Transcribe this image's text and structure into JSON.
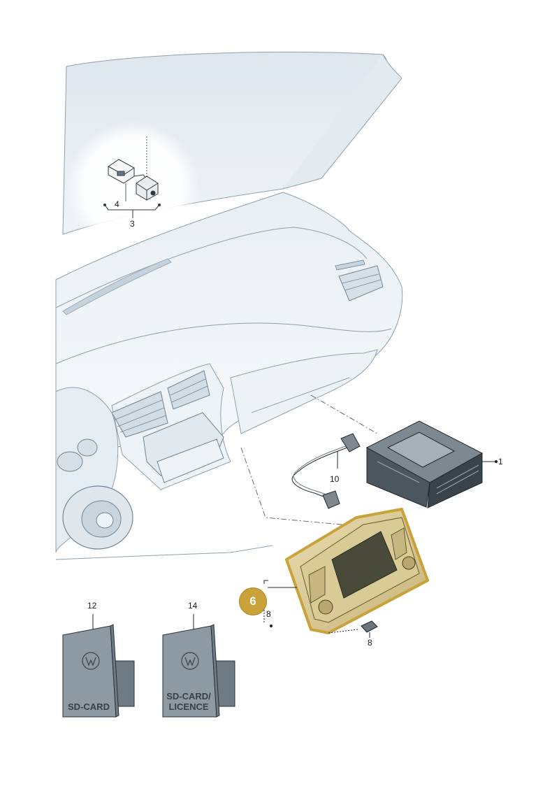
{
  "callouts": {
    "radio_unit": "1",
    "antenna_module": "3",
    "connector": "4",
    "display_unit": "6",
    "screw_left": "8",
    "screw_right": "8",
    "antenna_cable": "10",
    "sd_card": "12",
    "sd_licence": "14"
  },
  "booklets": {
    "sd_card_text": "SD-CARD",
    "sd_licence_line1": "SD-CARD/",
    "sd_licence_line2": "LICENCE"
  },
  "colors": {
    "highlight": "#c9a23a",
    "line_art": "#6f8597",
    "interior_fill": "#e4ecf2",
    "booklet_fill": "#8e9aa3"
  }
}
